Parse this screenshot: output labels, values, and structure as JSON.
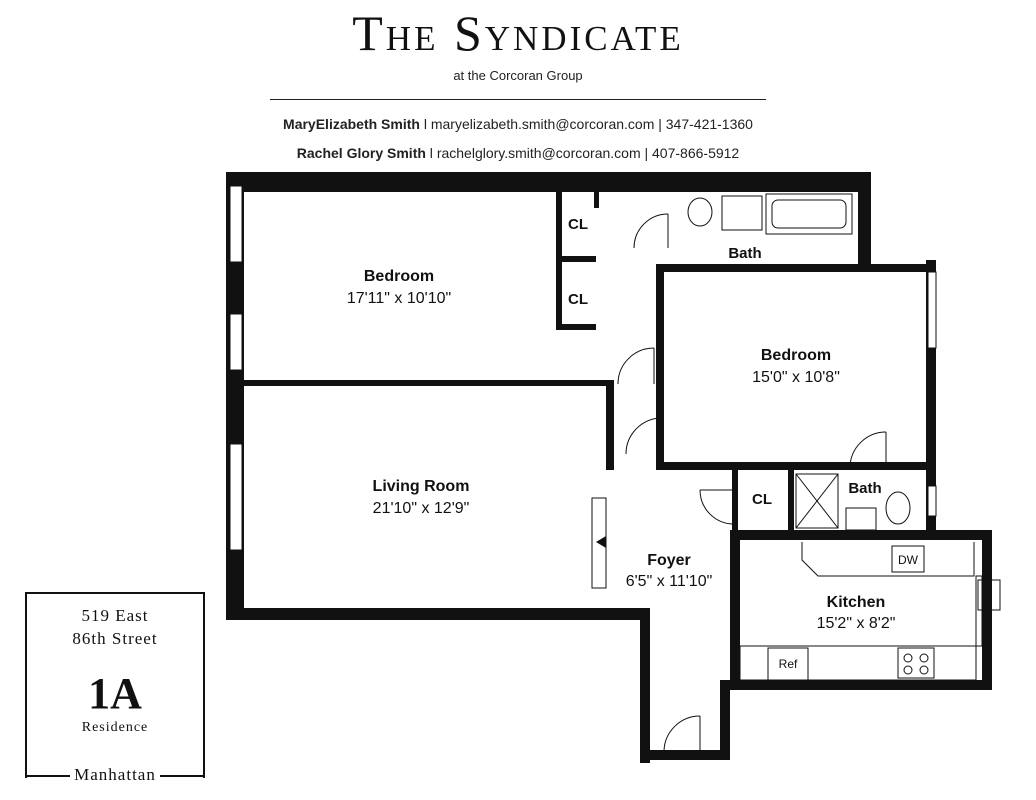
{
  "header": {
    "title": "The Syndicate",
    "subtitle": "at the Corcoran Group",
    "agents": [
      {
        "name": "MaryElizabeth Smith",
        "contact": "maryelizabeth.smith@corcoran.com | 347-421-1360"
      },
      {
        "name": "Rachel Glory Smith",
        "contact": "rachelglory.smith@corcoran.com | 407-866-5912"
      }
    ]
  },
  "rooms": {
    "bedroom_1": {
      "name": "Bedroom",
      "dims": "17'11\" x 10'10\""
    },
    "bedroom_2": {
      "name": "Bedroom",
      "dims": "15'0\" x 10'8\""
    },
    "living_room": {
      "name": "Living Room",
      "dims": "21'10\" x 12'9\""
    },
    "foyer": {
      "name": "Foyer",
      "dims": "6'5\" x 11'10\""
    },
    "kitchen": {
      "name": "Kitchen",
      "dims": "15'2\" x 8'2\""
    },
    "bath_1": {
      "name": "Bath"
    },
    "bath_2": {
      "name": "Bath"
    },
    "closet_1": {
      "name": "CL"
    },
    "closet_2": {
      "name": "CL"
    },
    "closet_3": {
      "name": "CL"
    }
  },
  "appliances": {
    "dishwasher": "DW",
    "refrigerator": "Ref"
  },
  "address": {
    "line1": "519 East",
    "line2": "86th Street",
    "unit": "1A",
    "type": "Residence",
    "city": "Manhattan"
  }
}
